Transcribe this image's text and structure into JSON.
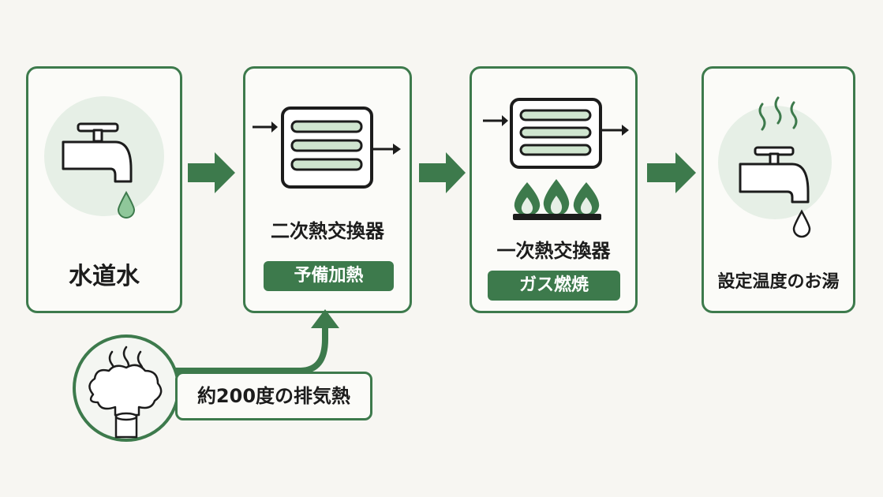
{
  "steps": [
    {
      "title": "水道水"
    },
    {
      "title": "二次熱交換器",
      "tag": "予備加熱"
    },
    {
      "title": "一次熱交換器",
      "tag": "ガス燃焼"
    },
    {
      "title": "設定温度のお湯"
    }
  ],
  "exhaust": {
    "label": "約200度の排気熱"
  },
  "colors": {
    "green": "#3d7a4c",
    "light_green": "#e6efe6",
    "background": "#f7f6f2"
  },
  "icons": [
    "faucet-icon",
    "water-drop-icon",
    "heat-exchanger-icon",
    "flame-icon",
    "steam-icon",
    "exhaust-smoke-icon",
    "chimney-icon",
    "arrow-right-icon",
    "arrow-up-icon"
  ]
}
